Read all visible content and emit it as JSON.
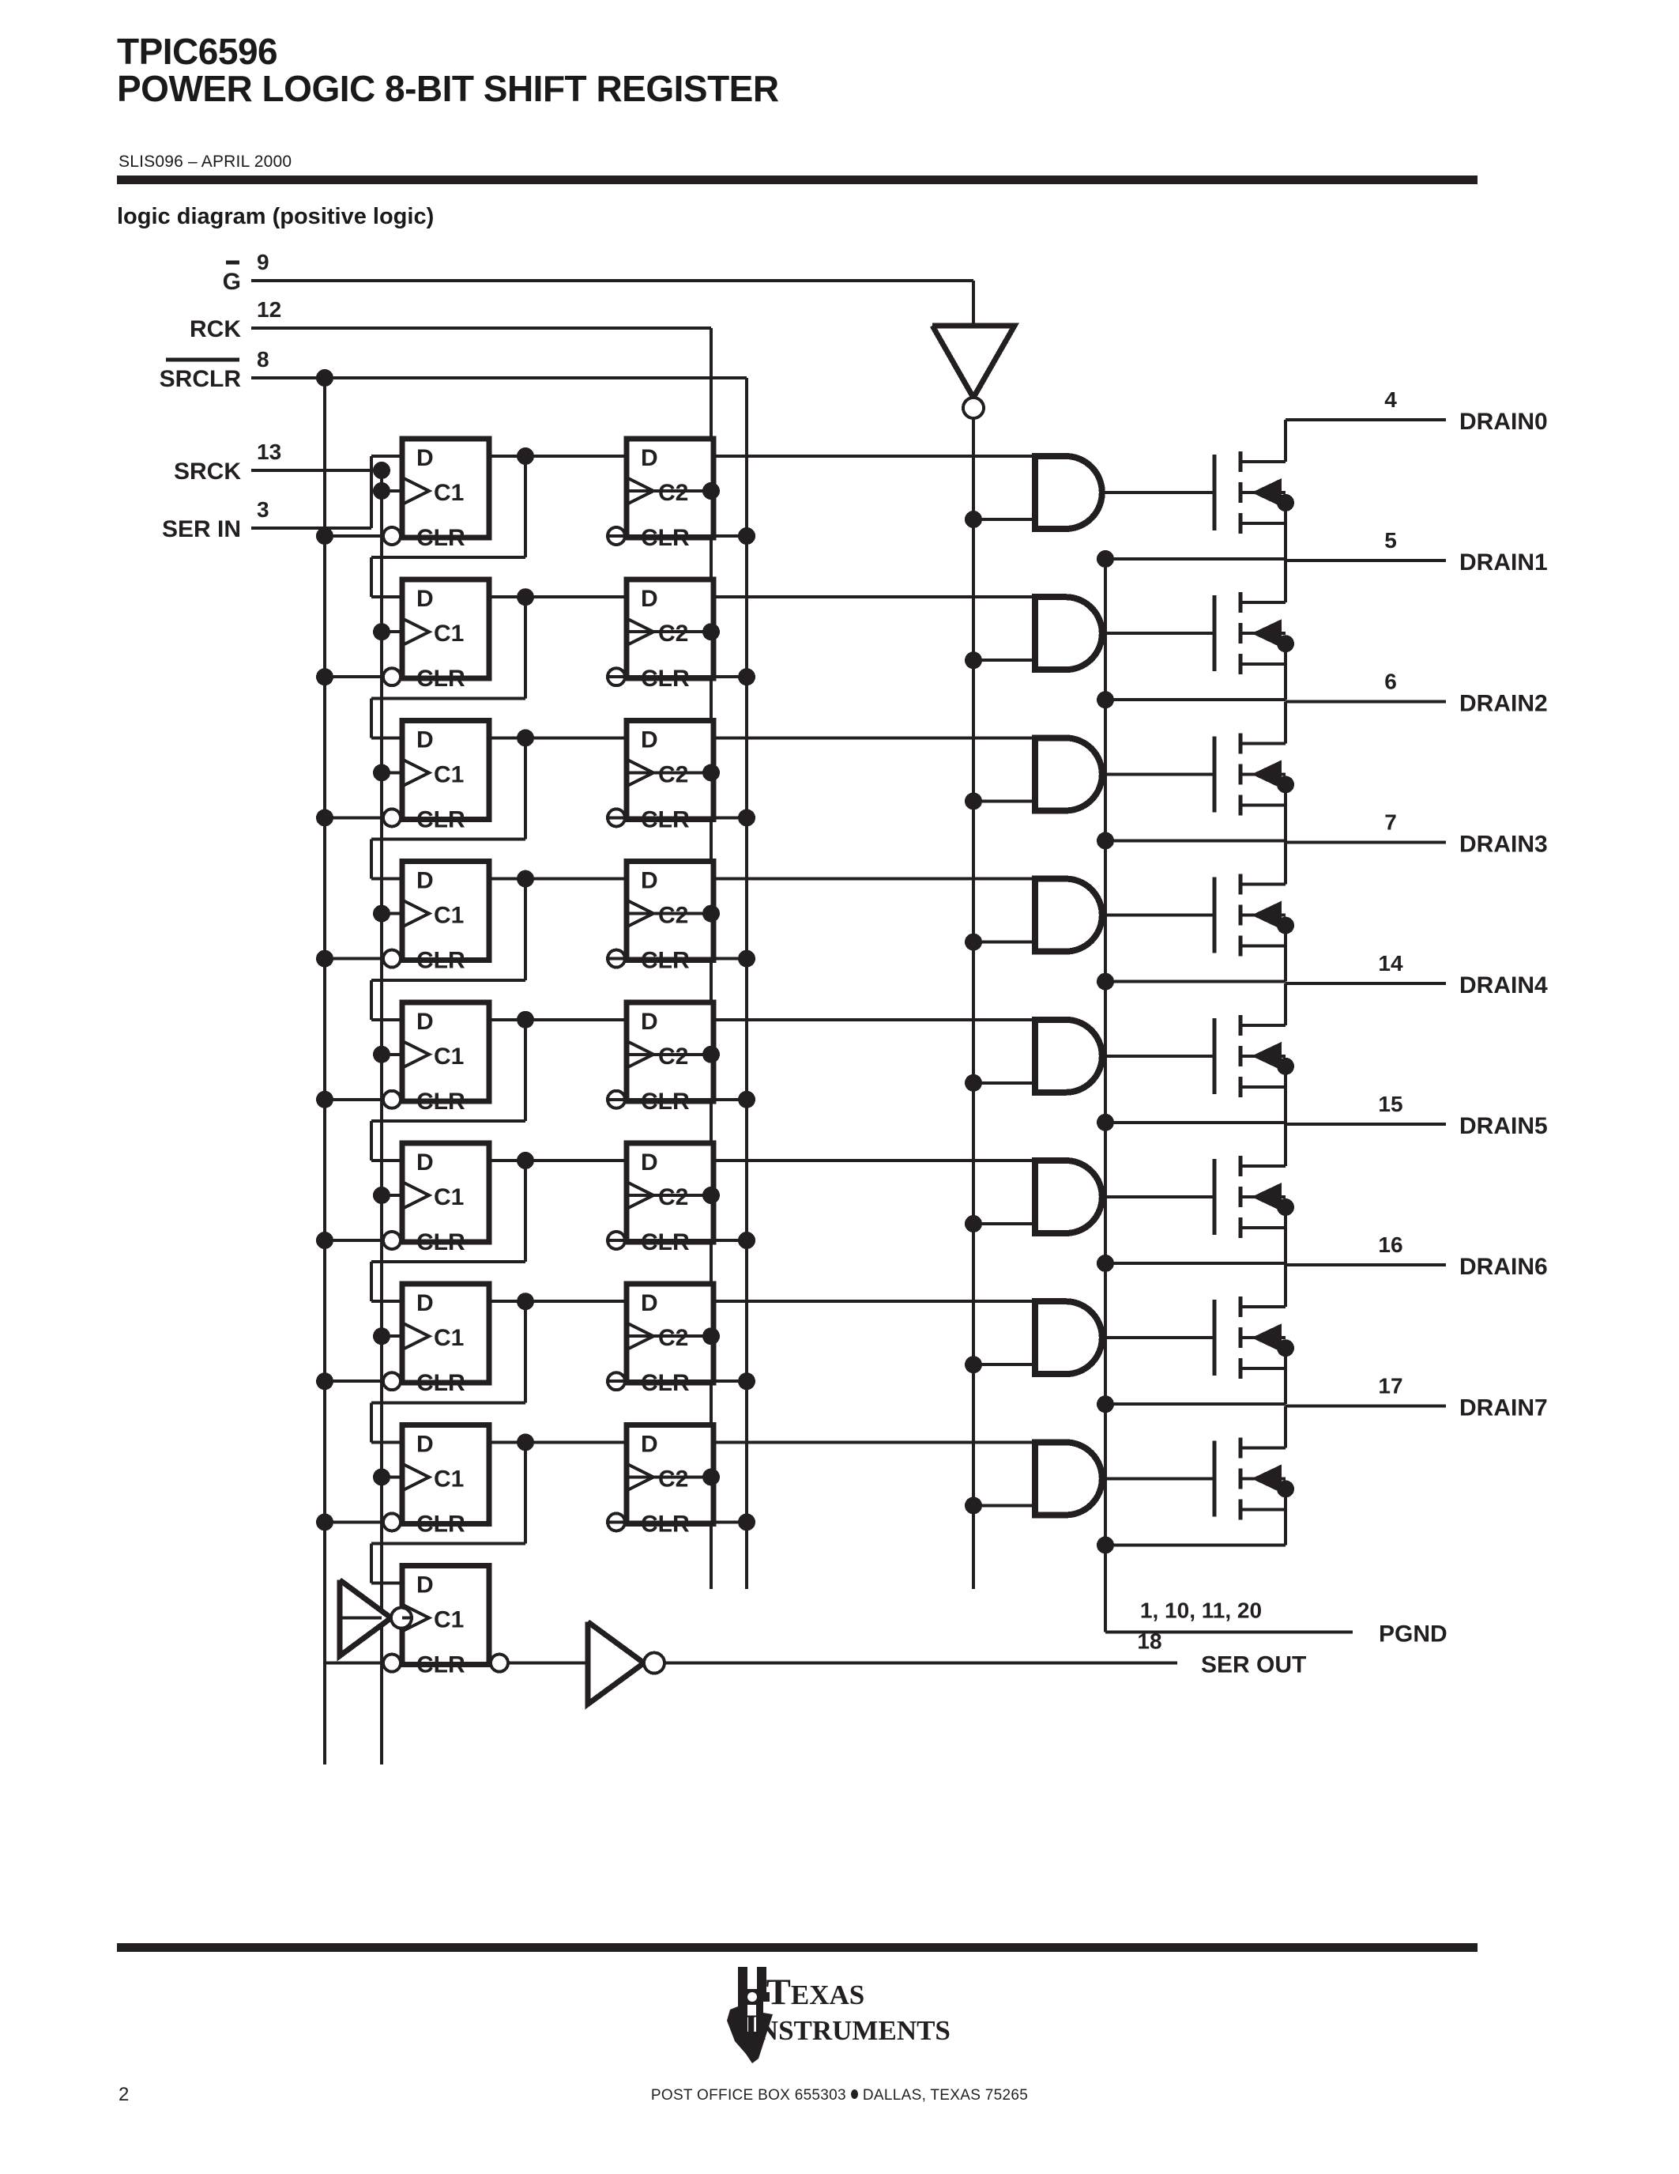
{
  "header": {
    "part_number": "TPIC6596",
    "title": "POWER LOGIC 8-BIT SHIFT REGISTER",
    "doc_id": "SLIS096 – APRIL 2000",
    "section_title": "logic diagram (positive logic)"
  },
  "inputs": [
    {
      "label": "G",
      "overbar": true,
      "pin": "9"
    },
    {
      "label": "RCK",
      "overbar": false,
      "pin": "12"
    },
    {
      "label": "SRCLR",
      "overbar": true,
      "pin": "8"
    },
    {
      "label": "SRCK",
      "overbar": false,
      "pin": "13"
    },
    {
      "label": "SER IN",
      "overbar": false,
      "pin": "3"
    }
  ],
  "outputs": [
    {
      "label": "DRAIN0",
      "pin": "4"
    },
    {
      "label": "DRAIN1",
      "pin": "5"
    },
    {
      "label": "DRAIN2",
      "pin": "6"
    },
    {
      "label": "DRAIN3",
      "pin": "7"
    },
    {
      "label": "DRAIN4",
      "pin": "14"
    },
    {
      "label": "DRAIN5",
      "pin": "15"
    },
    {
      "label": "DRAIN6",
      "pin": "16"
    },
    {
      "label": "DRAIN7",
      "pin": "17"
    }
  ],
  "ground": {
    "label": "PGND",
    "pins": "1, 10, 11, 20"
  },
  "serial_out": {
    "label": "SER OUT",
    "pin": "18"
  },
  "flipflop_labels": {
    "d": "D",
    "shift_clock": "C1",
    "store_clock": "C2",
    "clear": "CLR"
  },
  "stage_count": 8,
  "footer": {
    "company_line1": "TEXAS",
    "company_line1_cap": "T",
    "company_line1_rest": "EXAS",
    "company_line2_cap": "I",
    "company_line2_rest": "NSTRUMENTS",
    "address_pre": "POST OFFICE BOX 655303",
    "address_post": "DALLAS, TEXAS 75265",
    "page_number": "2"
  },
  "colors": {
    "ink": "#231f20",
    "paper": "#ffffff"
  }
}
